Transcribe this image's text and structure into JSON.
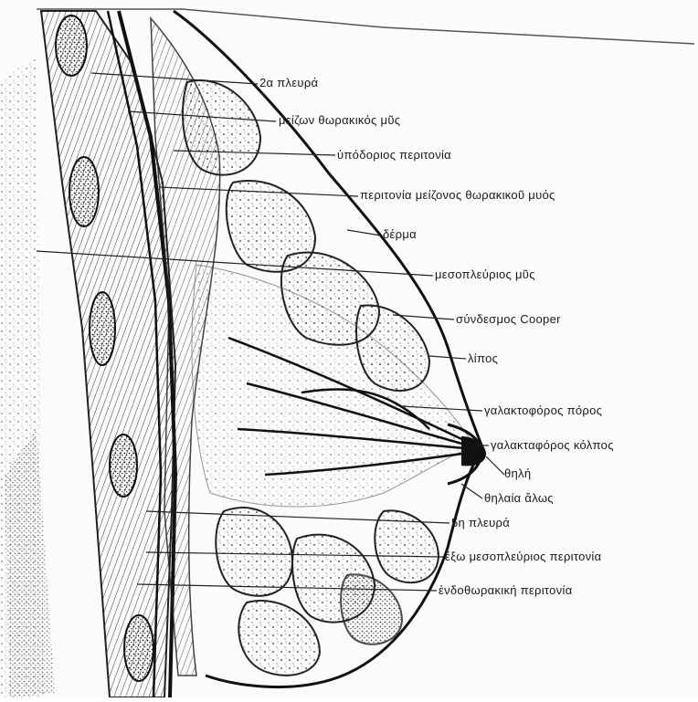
{
  "diagram": {
    "labels": [
      "2α πλευρά",
      "μείζων θωρακικός μῦς",
      "ὑπόδοριος περιτονία",
      "περιτονία μείζονος θωρακικοῦ μυός",
      "δέρμα",
      "μεσοπλεύριος μῦς",
      "σύνδεσμος Cooper",
      "λίπος",
      "γαλακτοφόρος πόρος",
      "γαλακταφόρος κόλπος",
      "θηλή",
      "θηλαία ἄλως",
      "5η πλευρά",
      "ἔξω μεσοπλεύριος περιτονία",
      "ἐνδοθωρακική περιτονία"
    ]
  },
  "colors": {
    "ink": "#1a1a1a",
    "paper": "#fbfbfb"
  }
}
